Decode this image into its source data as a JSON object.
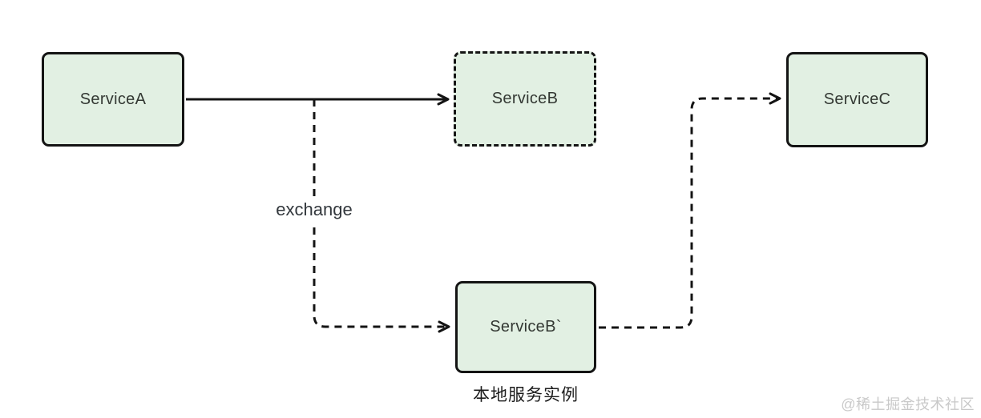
{
  "diagram": {
    "nodes": {
      "serviceA": {
        "label": "ServiceA",
        "border": "solid"
      },
      "serviceB": {
        "label": "ServiceB",
        "border": "dashed"
      },
      "serviceC": {
        "label": "ServiceC",
        "border": "solid"
      },
      "serviceBLocal": {
        "label": "ServiceB`",
        "border": "solid"
      }
    },
    "edges": {
      "a_to_b": {
        "style": "solid",
        "label": ""
      },
      "a_to_b_local": {
        "style": "dashed",
        "label": "exchange"
      },
      "b_local_to_c": {
        "style": "dashed",
        "label": ""
      }
    },
    "captions": {
      "local_instance": "本地服务实例"
    },
    "colors": {
      "node_fill": "#e2f0e3",
      "node_border": "#141414",
      "line": "#141414",
      "text": "#333833",
      "watermark": "#c9c9c9"
    }
  },
  "watermark": {
    "text": "@稀土掘金技术社区"
  }
}
